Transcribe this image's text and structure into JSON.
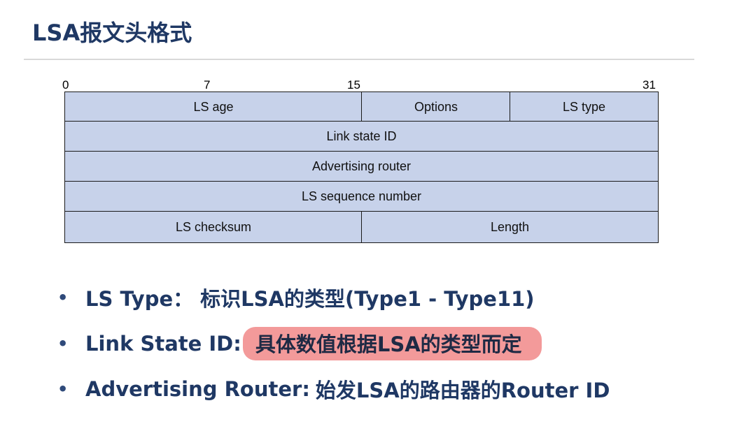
{
  "title": "LSA报文头格式",
  "bit_labels": [
    "0",
    "7",
    "15",
    "31"
  ],
  "header_fields": {
    "ls_age": "LS age",
    "options": "Options",
    "ls_type": "LS type",
    "link_state_id": "Link state ID",
    "advertising_router": "Advertising router",
    "ls_sequence_number": "LS sequence number",
    "ls_checksum": "LS checksum",
    "length": "Length"
  },
  "colors": {
    "title": "#1f3864",
    "field_fill": "#c7d2ea",
    "highlight": "#f39a9a"
  },
  "bullets": [
    {
      "label": "LS Type：",
      "text": "标识LSA的类型(Type1 - Type11)"
    },
    {
      "label": "Link State ID:",
      "text": "具体数值根据LSA的类型而定",
      "highlighted": true
    },
    {
      "label": "Advertising Router:",
      "text": "始发LSA的路由器的Router ID"
    }
  ]
}
